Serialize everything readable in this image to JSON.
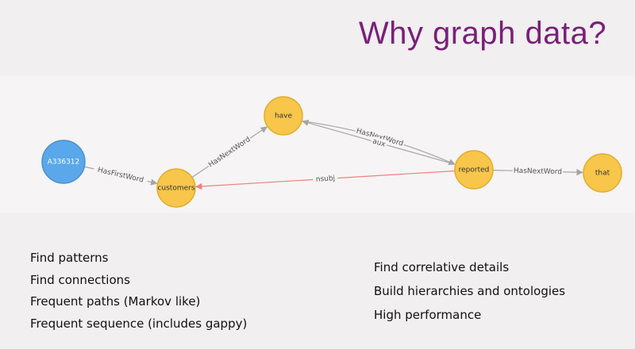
{
  "slide": {
    "title": "Why graph data?"
  },
  "graph": {
    "nodes": [
      {
        "id": "A336312",
        "label": "A336312",
        "color": "#5aa8ea"
      },
      {
        "id": "customers",
        "label": "customers",
        "color": "#f7c64a"
      },
      {
        "id": "have",
        "label": "have",
        "color": "#f7c64a"
      },
      {
        "id": "reported",
        "label": "reported",
        "color": "#f7c64a"
      },
      {
        "id": "that",
        "label": "that",
        "color": "#f7c64a"
      }
    ],
    "edges": [
      {
        "from": "A336312",
        "to": "customers",
        "label": "HasFirstWord",
        "color": "#a5a5a5"
      },
      {
        "from": "customers",
        "to": "have",
        "label": "HasNextWord",
        "color": "#a5a5a5"
      },
      {
        "from": "have",
        "to": "reported",
        "label": "HasNextWord",
        "color": "#a5a5a5"
      },
      {
        "from": "reported",
        "to": "have",
        "label": "aux",
        "color": "#a5a5a5"
      },
      {
        "from": "reported",
        "to": "customers",
        "label": "nsubj",
        "color": "#e98282"
      },
      {
        "from": "reported",
        "to": "that",
        "label": "HasNextWord",
        "color": "#a5a5a5"
      }
    ]
  },
  "bullets_left": [
    "Find patterns",
    "Find connections",
    "Frequent paths (Markov like)",
    "Frequent sequence (includes gappy)"
  ],
  "bullets_right": [
    "Find correlative details",
    "Build hierarchies and ontologies",
    "High performance"
  ]
}
